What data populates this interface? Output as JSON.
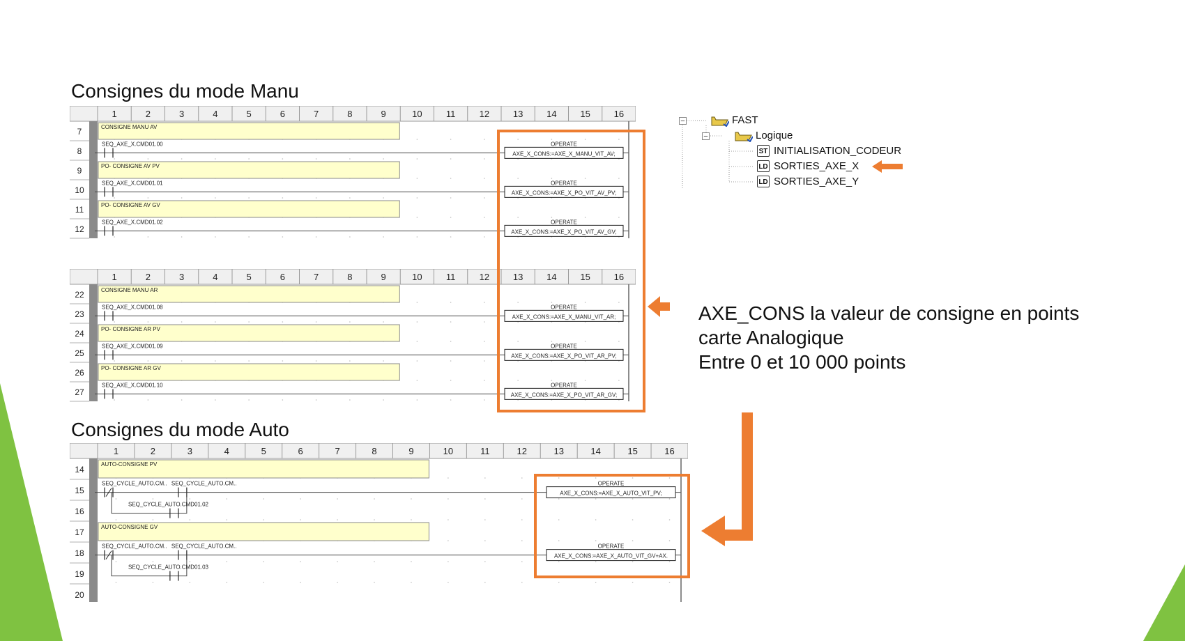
{
  "titles": {
    "manu": "Consignes du mode Manu",
    "auto": "Consignes du mode Auto"
  },
  "note": {
    "line1": "AXE_CONS la valeur de consigne en points",
    "line2": "carte Analogique",
    "line3": "Entre 0 et 10 000 points"
  },
  "tree": {
    "root": "FAST",
    "folder": "Logique",
    "items": [
      {
        "type": "ST",
        "label": "INITIALISATION_CODEUR"
      },
      {
        "type": "LD",
        "label": "SORTIES_AXE_X"
      },
      {
        "type": "LD",
        "label": "SORTIES_AXE_Y"
      }
    ]
  },
  "colors": {
    "accent_orange": "#ed7d31",
    "comment_fill": "#ffffcc",
    "deco_green": "#7fc241"
  },
  "ladders": [
    {
      "columns": [
        "1",
        "2",
        "3",
        "4",
        "5",
        "6",
        "7",
        "8",
        "9",
        "10",
        "11",
        "12",
        "13",
        "14",
        "15",
        "16"
      ],
      "rows": [
        "7",
        "8",
        "9",
        "10",
        "11",
        "12"
      ],
      "rungs": [
        {
          "comment": "CONSIGNE MANU AV",
          "contacts": [
            "SEQ_AXE_X.CMD01.00"
          ],
          "block_title": "OPERATE",
          "block_text": "AXE_X_CONS:=AXE_X_MANU_VIT_AV;"
        },
        {
          "comment": "PO- CONSIGNE AV PV",
          "contacts": [
            "SEQ_AXE_X.CMD01.01"
          ],
          "block_title": "OPERATE",
          "block_text": "AXE_X_CONS:=AXE_X_PO_VIT_AV_PV;"
        },
        {
          "comment": "PO- CONSIGNE AV GV",
          "contacts": [
            "SEQ_AXE_X.CMD01.02"
          ],
          "block_title": "OPERATE",
          "block_text": "AXE_X_CONS:=AXE_X_PO_VIT_AV_GV;"
        }
      ]
    },
    {
      "columns": [
        "1",
        "2",
        "3",
        "4",
        "5",
        "6",
        "7",
        "8",
        "9",
        "10",
        "11",
        "12",
        "13",
        "14",
        "15",
        "16"
      ],
      "rows": [
        "22",
        "23",
        "24",
        "25",
        "26",
        "27"
      ],
      "rungs": [
        {
          "comment": "CONSIGNE MANU AR",
          "contacts": [
            "SEQ_AXE_X.CMD01.08"
          ],
          "block_title": "OPERATE",
          "block_text": "AXE_X_CONS:=AXE_X_MANU_VIT_AR;"
        },
        {
          "comment": "PO- CONSIGNE AR PV",
          "contacts": [
            "SEQ_AXE_X.CMD01.09"
          ],
          "block_title": "OPERATE",
          "block_text": "AXE_X_CONS:=AXE_X_PO_VIT_AR_PV;"
        },
        {
          "comment": "PO- CONSIGNE AR GV",
          "contacts": [
            "SEQ_AXE_X.CMD01.10"
          ],
          "block_title": "OPERATE",
          "block_text": "AXE_X_CONS:=AXE_X_PO_VIT_AR_GV;"
        }
      ]
    },
    {
      "columns": [
        "1",
        "2",
        "3",
        "4",
        "5",
        "6",
        "7",
        "8",
        "9",
        "10",
        "11",
        "12",
        "13",
        "14",
        "15",
        "16"
      ],
      "rows": [
        "14",
        "15",
        "16",
        "17",
        "18",
        "19",
        "20"
      ],
      "rungs": [
        {
          "comment": "AUTO-CONSIGNE PV",
          "contacts": [
            "SEQ_CYCLE_AUTO.CM..",
            "SEQ_CYCLE_AUTO.CM..",
            "SEQ_CYCLE_AUTO.CMD01.02"
          ],
          "block_title": "OPERATE",
          "block_text": "AXE_X_CONS:=AXE_X_AUTO_VIT_PV;"
        },
        {
          "comment": "AUTO-CONSIGNE GV",
          "contacts": [
            "SEQ_CYCLE_AUTO.CM..",
            "SEQ_CYCLE_AUTO.CM..",
            "SEQ_CYCLE_AUTO.CMD01.03"
          ],
          "block_title": "OPERATE",
          "block_text": "AXE_X_CONS:=AXE_X_AUTO_VIT_GV+AX."
        }
      ]
    }
  ]
}
